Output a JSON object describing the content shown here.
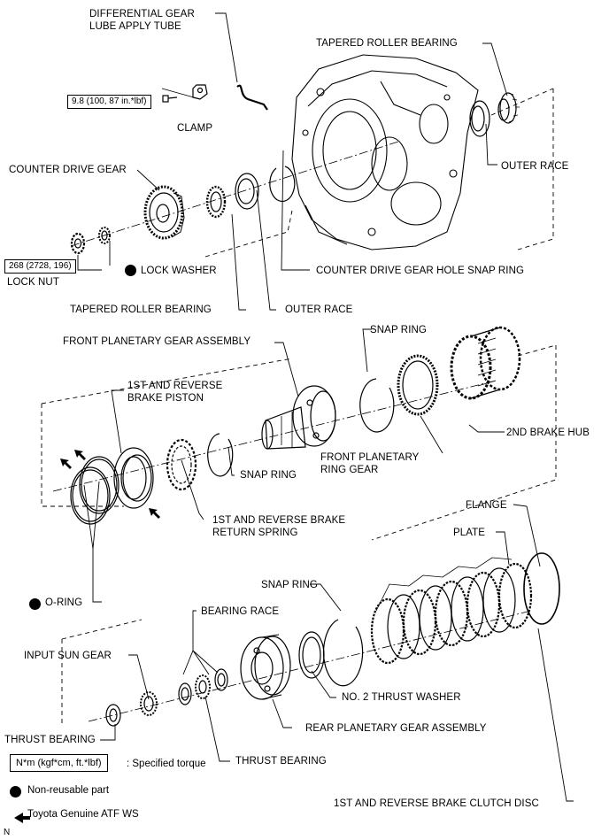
{
  "labels": {
    "diff_tube_1": "DIFFERENTIAL GEAR",
    "diff_tube_2": "LUBE APPLY TUBE",
    "clamp": "CLAMP",
    "tapered_bearing_top": "TAPERED ROLLER BEARING",
    "outer_race_top": "OUTER RACE",
    "counter_drive_gear": "COUNTER DRIVE GEAR",
    "lock_washer": "LOCK WASHER",
    "lock_nut": "LOCK NUT",
    "snap_ring_hole": "COUNTER DRIVE GEAR HOLE SNAP RING",
    "tapered_bearing_bottom": "TAPERED ROLLER BEARING",
    "outer_race_bottom": "OUTER RACE",
    "front_planetary_assy": "FRONT PLANETARY GEAR ASSEMBLY",
    "snap_ring_a": "SNAP RING",
    "brake_piston_1": "1ST AND REVERSE",
    "brake_piston_2": "BRAKE PISTON",
    "second_brake_hub": "2ND BRAKE HUB",
    "front_ring_gear_1": "FRONT PLANETARY",
    "front_ring_gear_2": "RING GEAR",
    "snap_ring_b": "SNAP RING",
    "return_spring_1": "1ST AND REVERSE BRAKE",
    "return_spring_2": "RETURN SPRING",
    "flange": "FLANGE",
    "plate": "PLATE",
    "o_ring": "O-RING",
    "snap_ring_c": "SNAP RING",
    "bearing_race": "BEARING RACE",
    "input_sun_gear": "INPUT SUN GEAR",
    "no2_thrust_washer": "NO. 2 THRUST WASHER",
    "rear_planetary_assy": "REAR PLANETARY GEAR ASSEMBLY",
    "thrust_bearing_left": "THRUST BEARING",
    "thrust_bearing_mid": "THRUST BEARING",
    "clutch_disc": "1ST AND REVERSE BRAKE CLUTCH DISC"
  },
  "torque": {
    "bolt": "9.8 (100, 87 in.*lbf)",
    "lock_nut": "268 (2728, 196)"
  },
  "legend": {
    "torque_unit": "N*m (kgf*cm, ft.*lbf)",
    "torque_desc": ": Specified torque",
    "non_reusable": "Non-reusable part",
    "atf": "Toyota Genuine ATF WS"
  },
  "corner_mark": "N"
}
